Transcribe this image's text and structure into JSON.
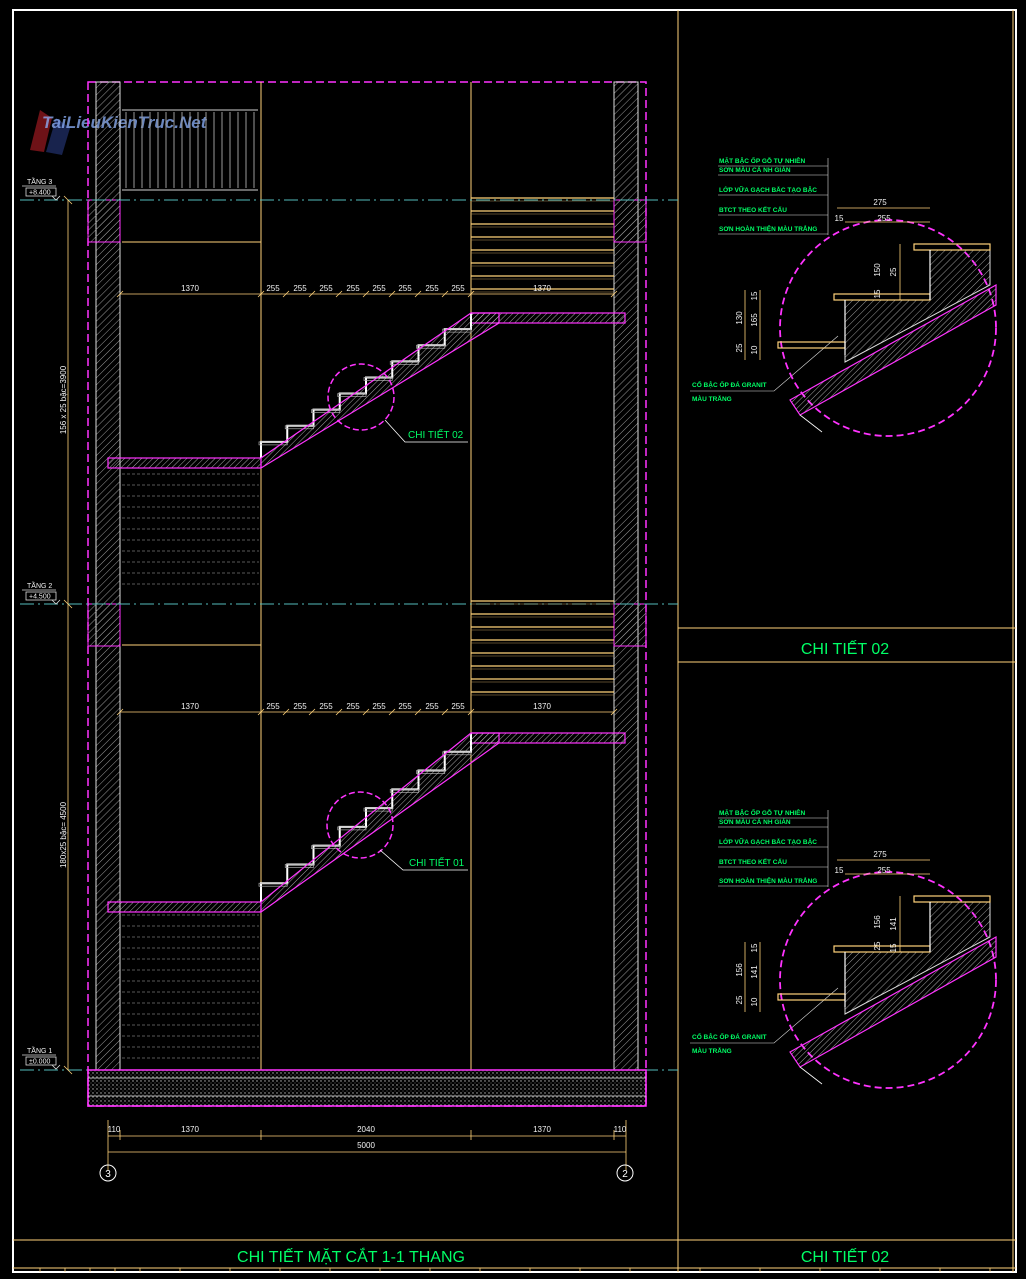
{
  "watermark": "TaiLieuKienTruc.Net",
  "levels": [
    {
      "name": "TẦNG 3",
      "elevation": "+8.400"
    },
    {
      "name": "TẦNG 2",
      "elevation": "+4.500"
    },
    {
      "name": "TẦNG 1",
      "elevation": "±0.000"
    }
  ],
  "vertical_dims": {
    "upper": "156 x 25 bậc=3900",
    "lower": "180x25 bậc= 4500"
  },
  "step_dims": {
    "landing": "1370",
    "tread": "255",
    "end": "1370"
  },
  "callouts": {
    "upper": "CHI TIẾT 02",
    "lower": "CHI TIẾT 01"
  },
  "bottom_dims": {
    "segments": [
      "110",
      "1370",
      "2040",
      "1370",
      "110"
    ],
    "total": "5000"
  },
  "grid_axes": [
    "3",
    "2"
  ],
  "titles": {
    "main": "CHI TIẾT MẶT CẮT 1-1 THANG",
    "detail_top": "CHI TIẾT 02",
    "detail_bottom": "CHI TIẾT 02"
  },
  "detail_top": {
    "notes": [
      "MẶT BẬC ỐP GỖ TỰ NHIÊN",
      "SƠN MÀU CÁ NH GIÁN",
      "LỚP VỮA GẠCH BẮC TẠO BẬC",
      "BTCT THEO KẾT CẤU",
      "SƠN HOÀN THIỆN MÀU TRẮNG"
    ],
    "riser_note": [
      "CỔ BẬC ỐP ĐÁ GRANIT",
      "MÀU TRẮNG"
    ],
    "dims_top": [
      "275",
      "15",
      "255"
    ],
    "dims_side": [
      "130",
      "165",
      "25",
      "10",
      "15",
      "150",
      "25",
      "15"
    ]
  },
  "detail_bottom": {
    "notes": [
      "MẶT BẬC ỐP GỖ TỰ NHIÊN",
      "SƠN MÀU CÁ NH GIÁN",
      "LỚP VỮA GẠCH BẮC TẠO BẬC",
      "BTCT THEO KẾT CẤU",
      "SƠN HOÀN THIỆN MÀU TRẮNG"
    ],
    "riser_note": [
      "CỔ BẬC ỐP ĐÁ GRANIT",
      "MÀU TRẮNG"
    ],
    "dims_top": [
      "275",
      "15",
      "255"
    ],
    "dims_side": [
      "156",
      "141",
      "25",
      "10",
      "15",
      "156",
      "141",
      "25",
      "15"
    ]
  },
  "colors": {
    "background": "#000000",
    "frame": "#ffffff",
    "magenta": "#ff33ff",
    "yellow": "#ffd27a",
    "green": "#00ff66",
    "grey": "#9a9a9a"
  }
}
